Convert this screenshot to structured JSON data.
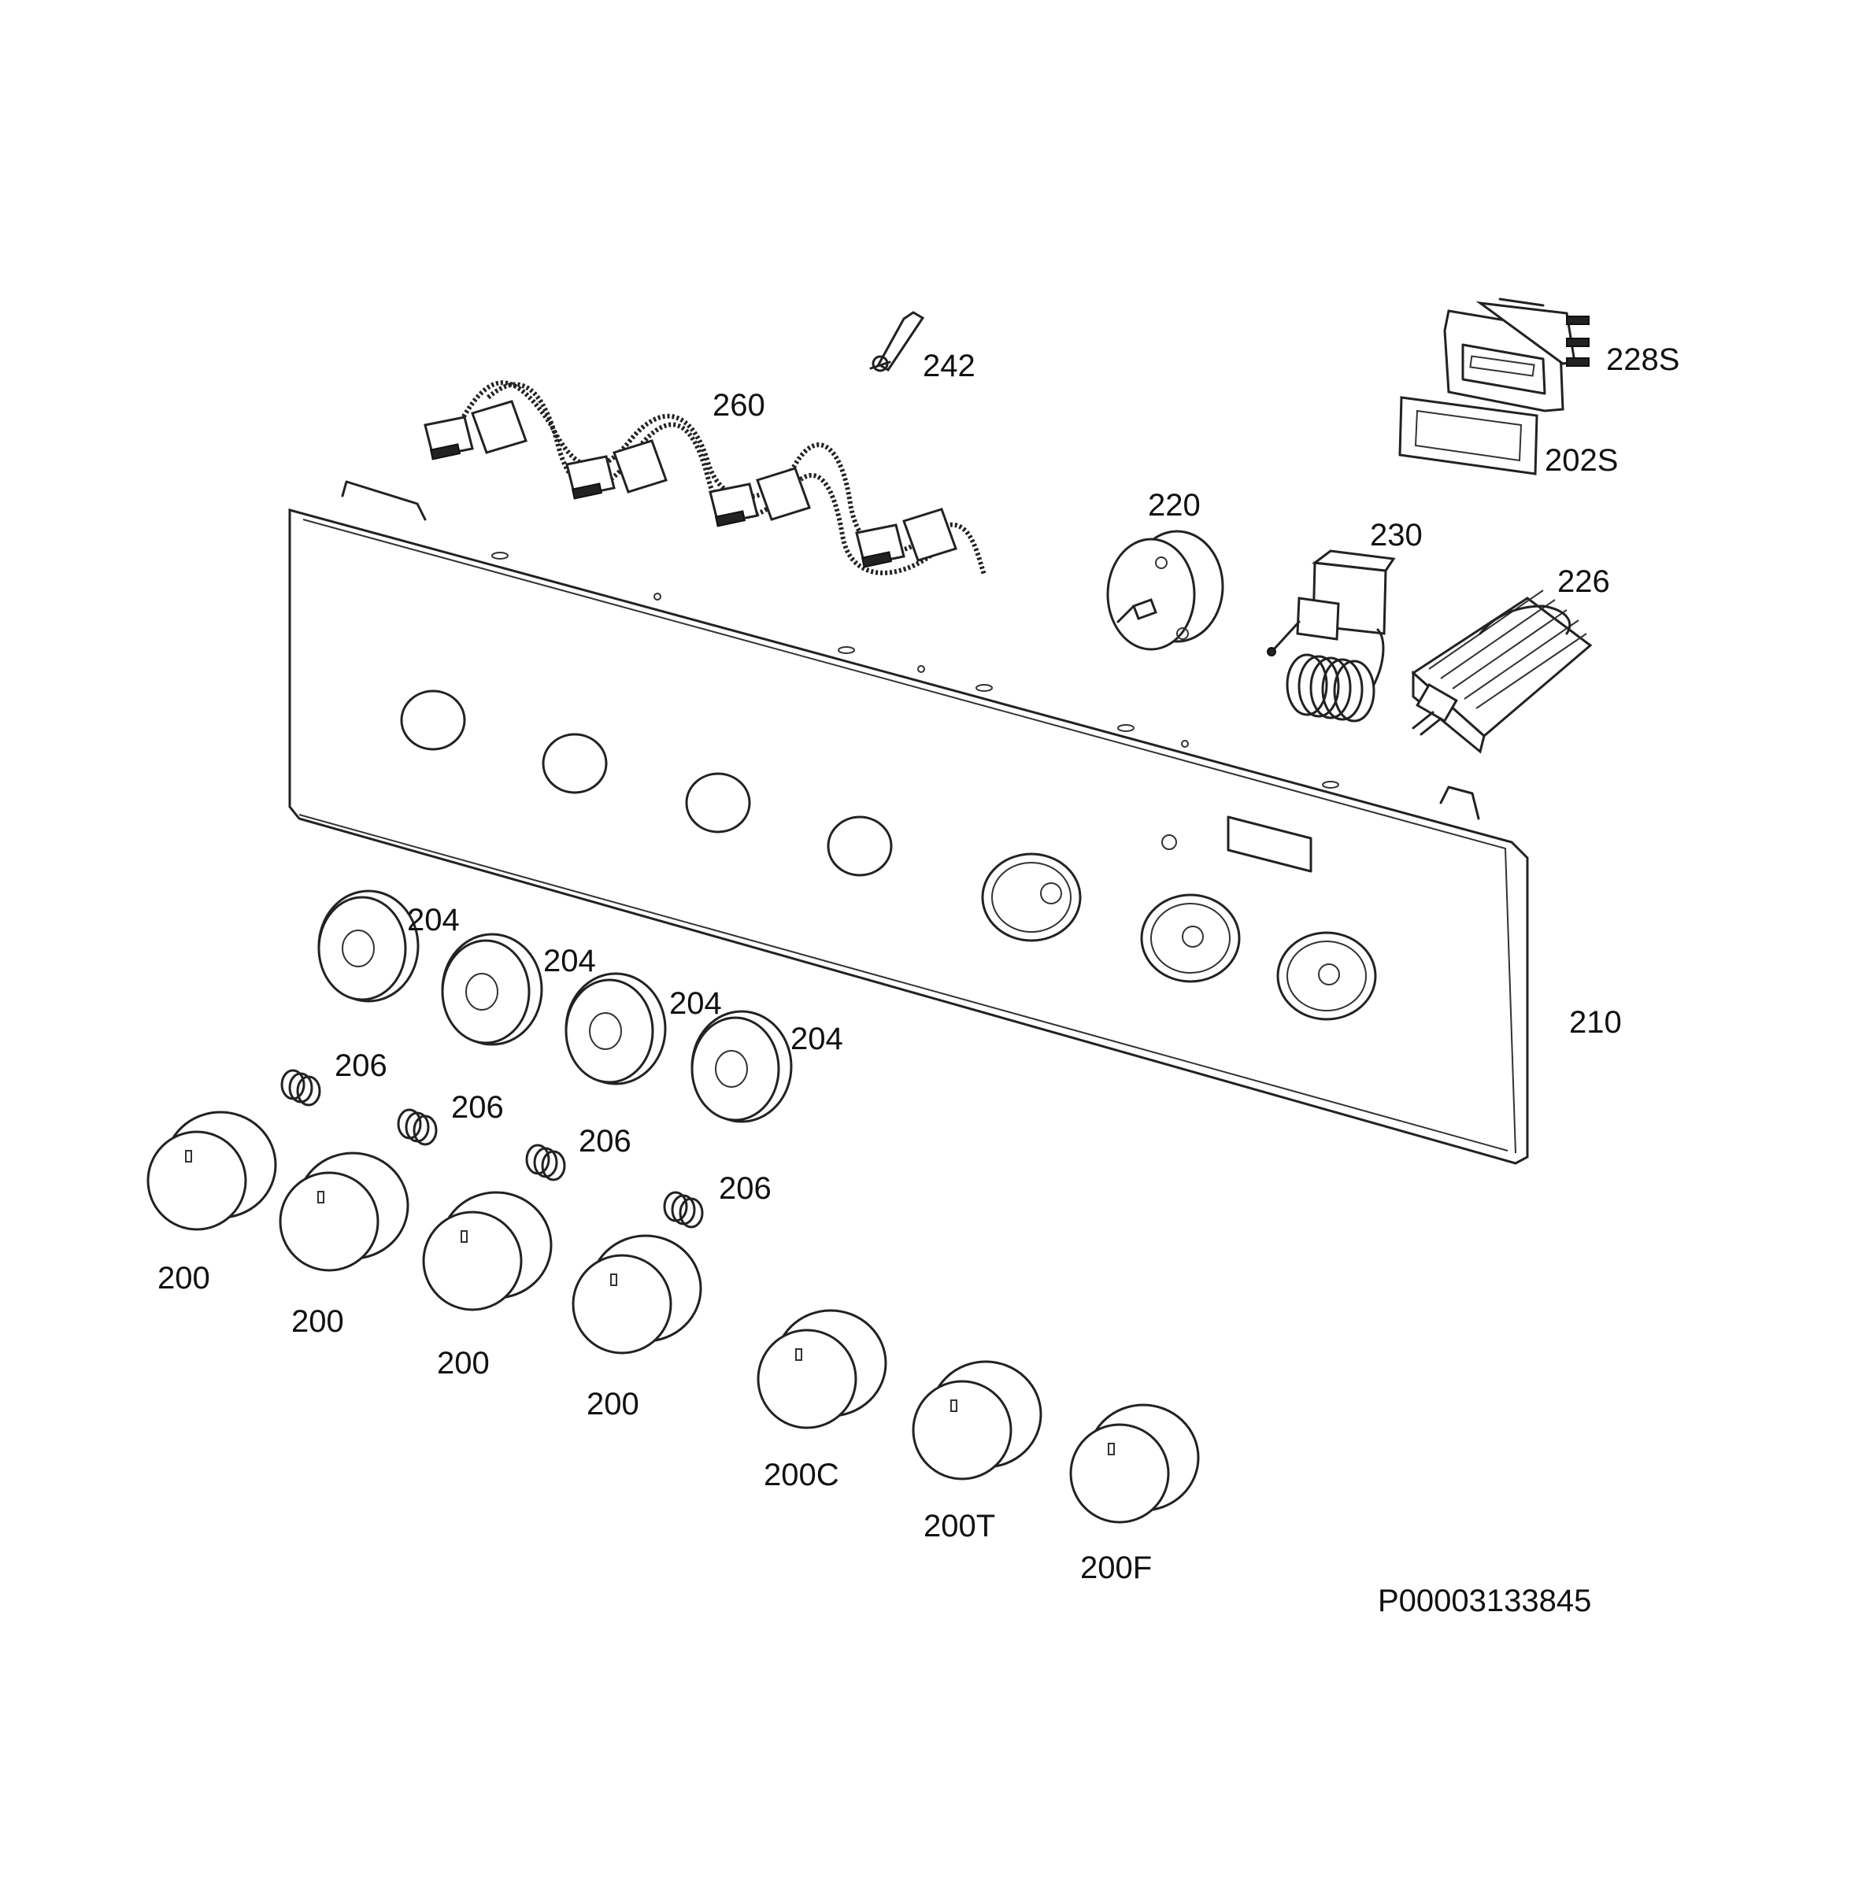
{
  "labels": {
    "p242": "242",
    "p260": "260",
    "p228s": "228S",
    "p202s": "202S",
    "p220": "220",
    "p230": "230",
    "p226": "226",
    "p210": "210",
    "p204a": "204",
    "p204b": "204",
    "p204c": "204",
    "p204d": "204",
    "p206a": "206",
    "p206b": "206",
    "p206c": "206",
    "p206d": "206",
    "p200a": "200",
    "p200b": "200",
    "p200c": "200",
    "p200d": "200",
    "p200C": "200C",
    "p200T": "200T",
    "p200F": "200F"
  },
  "drawing_id": "P00003133845"
}
